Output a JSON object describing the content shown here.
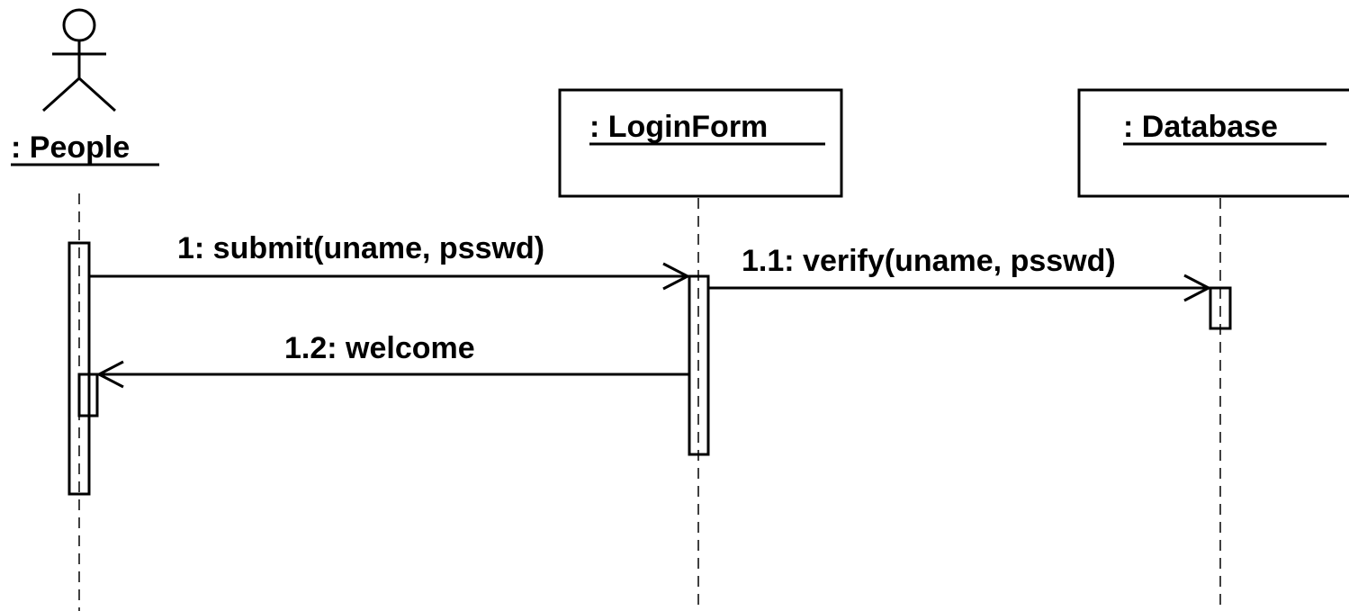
{
  "participants": {
    "people": {
      "label": ": People",
      "kind": "actor"
    },
    "login_form": {
      "label": ": LoginForm",
      "kind": "object"
    },
    "database": {
      "label": ": Database",
      "kind": "object"
    }
  },
  "messages": [
    {
      "label": "1: submit(uname, psswd)",
      "from": "people",
      "to": "login_form"
    },
    {
      "label": "1.1: verify(uname, psswd)",
      "from": "login_form",
      "to": "database"
    },
    {
      "label": "1.2: welcome",
      "from": "login_form",
      "to": "people"
    }
  ],
  "colors": {
    "stroke": "#000000",
    "background": "#ffffff"
  }
}
